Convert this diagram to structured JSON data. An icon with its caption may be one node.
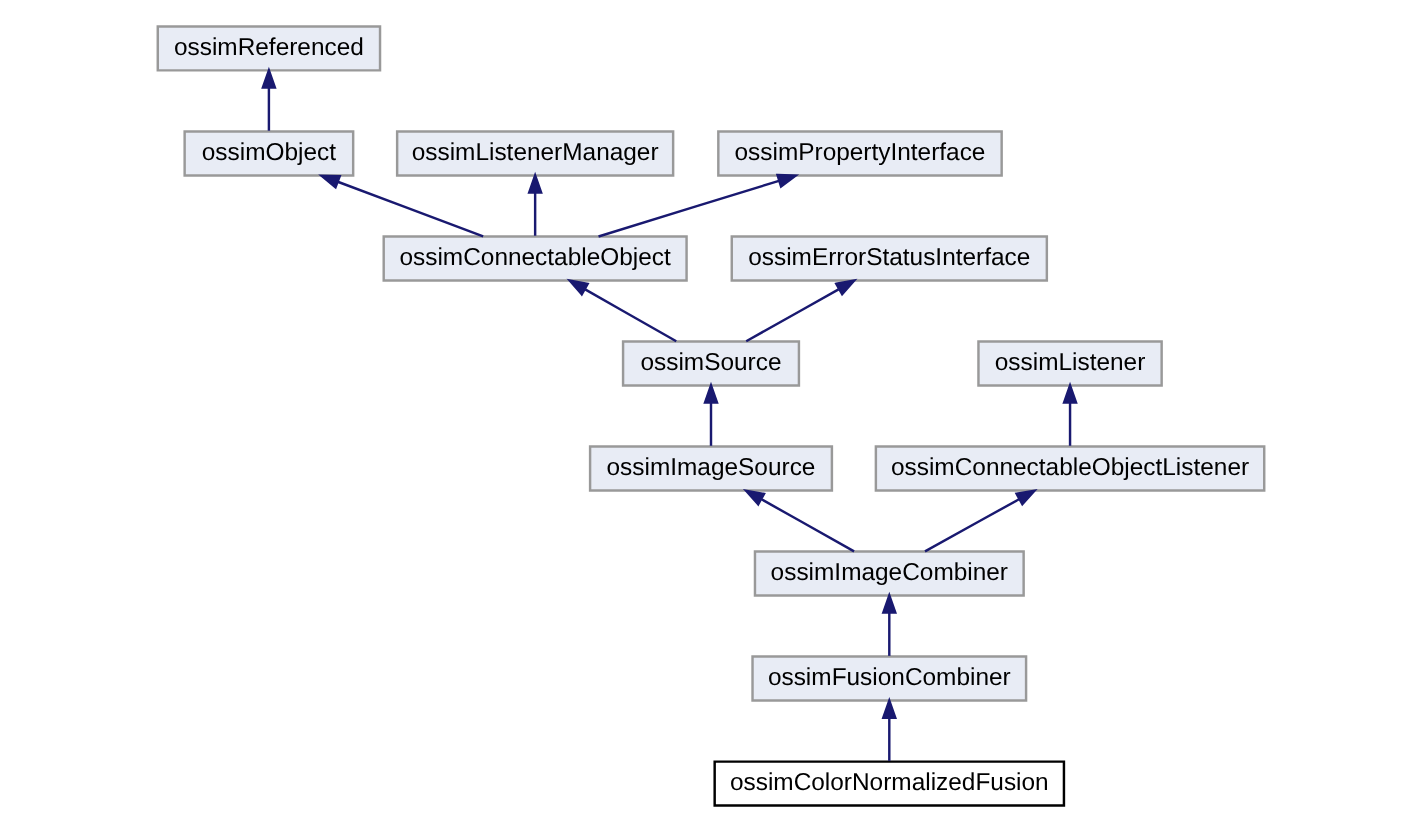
{
  "diagram": {
    "nodes": [
      {
        "text": [
          "ossimReferenced"
        ]
      },
      {
        "text": [
          "ossimObject"
        ]
      },
      {
        "text": [
          "ossimListenerManager"
        ]
      },
      {
        "text": [
          "ossimPropertyInterface"
        ]
      },
      {
        "text": [
          "ossimConnectableObject"
        ]
      },
      {
        "text": [
          "ossimErrorStatusInterface"
        ]
      },
      {
        "text": [
          "ossimSource"
        ]
      },
      {
        "text": [
          "ossimListener"
        ]
      },
      {
        "text": [
          "ossimImageSource"
        ]
      },
      {
        "text": [
          "ossimConnectableObjectListener"
        ]
      },
      {
        "text": [
          "ossimImageCombiner"
        ]
      },
      {
        "text": [
          "ossimFusionCombiner"
        ]
      },
      {
        "text": [
          "ossimColorNormalizedFusion"
        ]
      }
    ],
    "edges": [
      {
        "from": 1,
        "to": 0,
        "arrow": "to"
      },
      {
        "from": 4,
        "to": 1,
        "arrow": "to"
      },
      {
        "from": 4,
        "to": 2,
        "arrow": "to"
      },
      {
        "from": 4,
        "to": 3,
        "arrow": "to"
      },
      {
        "from": 6,
        "to": 4,
        "arrow": "to"
      },
      {
        "from": 6,
        "to": 5,
        "arrow": "to"
      },
      {
        "from": 8,
        "to": 6,
        "arrow": "to"
      },
      {
        "from": 9,
        "to": 7,
        "arrow": "to"
      },
      {
        "from": 10,
        "to": 8,
        "arrow": "to"
      },
      {
        "from": 10,
        "to": 9,
        "arrow": "to"
      },
      {
        "from": 11,
        "to": 10,
        "arrow": "to"
      },
      {
        "from": 12,
        "to": 11,
        "arrow": "to"
      }
    ]
  }
}
